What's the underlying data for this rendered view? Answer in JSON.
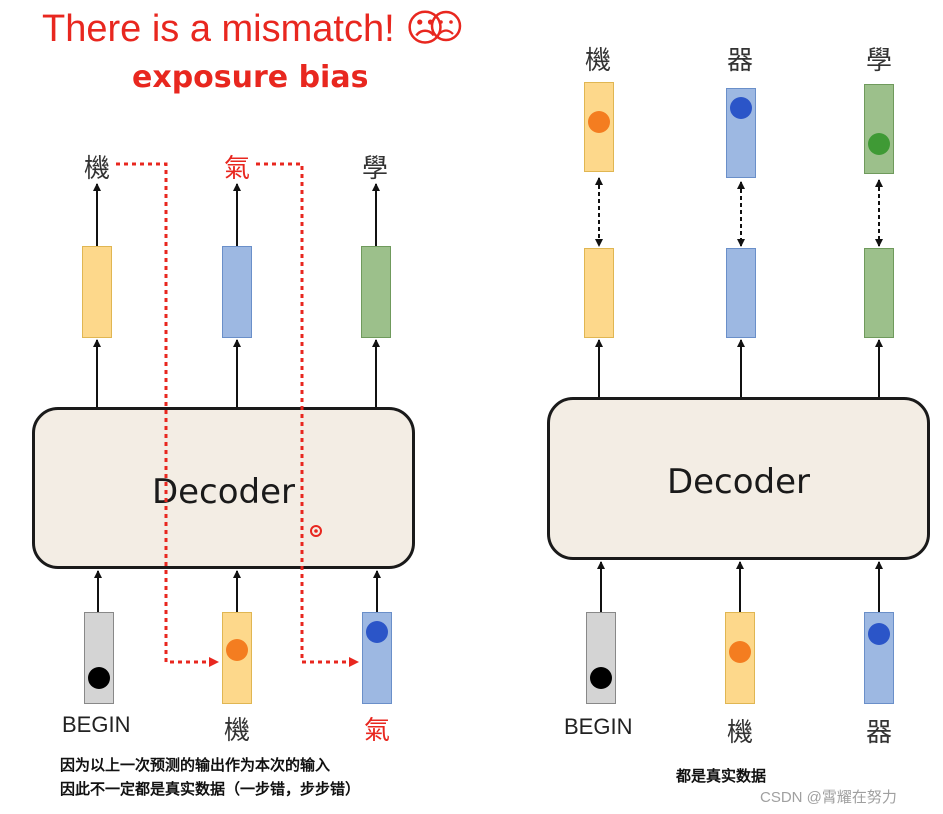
{
  "left_panel": {
    "title": "There is a mismatch! ☹",
    "subtitle": "exposure bias",
    "outputs": [
      "機",
      "氣",
      "學"
    ],
    "decoder_label": "Decoder",
    "inputs": [
      "BEGIN",
      "機",
      "氣"
    ],
    "note_line1": "因为以上一次预测的输出作为本次的输入",
    "note_line2": "因此不一定都是真实数据（一步错，步步错）"
  },
  "right_panel": {
    "targets": [
      "機",
      "器",
      "學"
    ],
    "decoder_label": "Decoder",
    "inputs": [
      "BEGIN",
      "機",
      "器"
    ],
    "note": "都是真实数据"
  },
  "watermark": "CSDN @霄耀在努力",
  "colors": {
    "red_accent": "#e8271f",
    "yellow": "#fdd88b",
    "blue": "#9db8e2",
    "green": "#9cc08b",
    "gray": "#d4d4d4",
    "decoder_fill": "#f3ede4",
    "orange_dot": "#f47d20",
    "blue_dot": "#2b55c8",
    "green_dot": "#3f9a35",
    "black_dot": "#000000"
  },
  "icons": [
    "sad-face-icon"
  ]
}
